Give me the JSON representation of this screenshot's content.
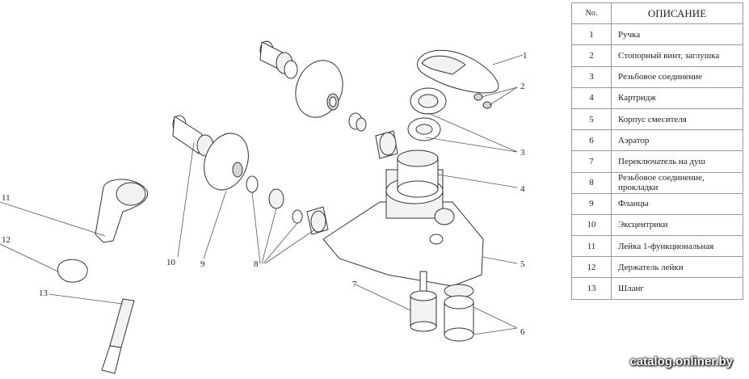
{
  "legend": {
    "header_no": "No.",
    "header_desc": "ОПИСАНИЕ",
    "rows": [
      {
        "no": "1",
        "desc": "Ручка"
      },
      {
        "no": "2",
        "desc": "Стопорный винт, заглушка"
      },
      {
        "no": "3",
        "desc": "Резьбовое соединение"
      },
      {
        "no": "4",
        "desc": "Картридж"
      },
      {
        "no": "5",
        "desc": "Корпус смесителя"
      },
      {
        "no": "6",
        "desc": "Аэратор"
      },
      {
        "no": "7",
        "desc": "Переключатель на душ"
      },
      {
        "no": "8",
        "desc": "Резьбовое соединение, прокладки"
      },
      {
        "no": "9",
        "desc": "Фланцы"
      },
      {
        "no": "10",
        "desc": "Эксцентрики"
      },
      {
        "no": "11",
        "desc": "Лейка 1-функциональная"
      },
      {
        "no": "12",
        "desc": "Держатель лейки"
      },
      {
        "no": "13",
        "desc": "Шланг"
      }
    ]
  },
  "callouts": {
    "c1": "1",
    "c2": "2",
    "c3": "3",
    "c4": "4",
    "c5": "5",
    "c6": "6",
    "c7": "7",
    "c8": "8",
    "c9": "9",
    "c10": "10",
    "c11": "11",
    "c12": "12",
    "c13": "13"
  },
  "watermark": "catalog.onliner.by"
}
